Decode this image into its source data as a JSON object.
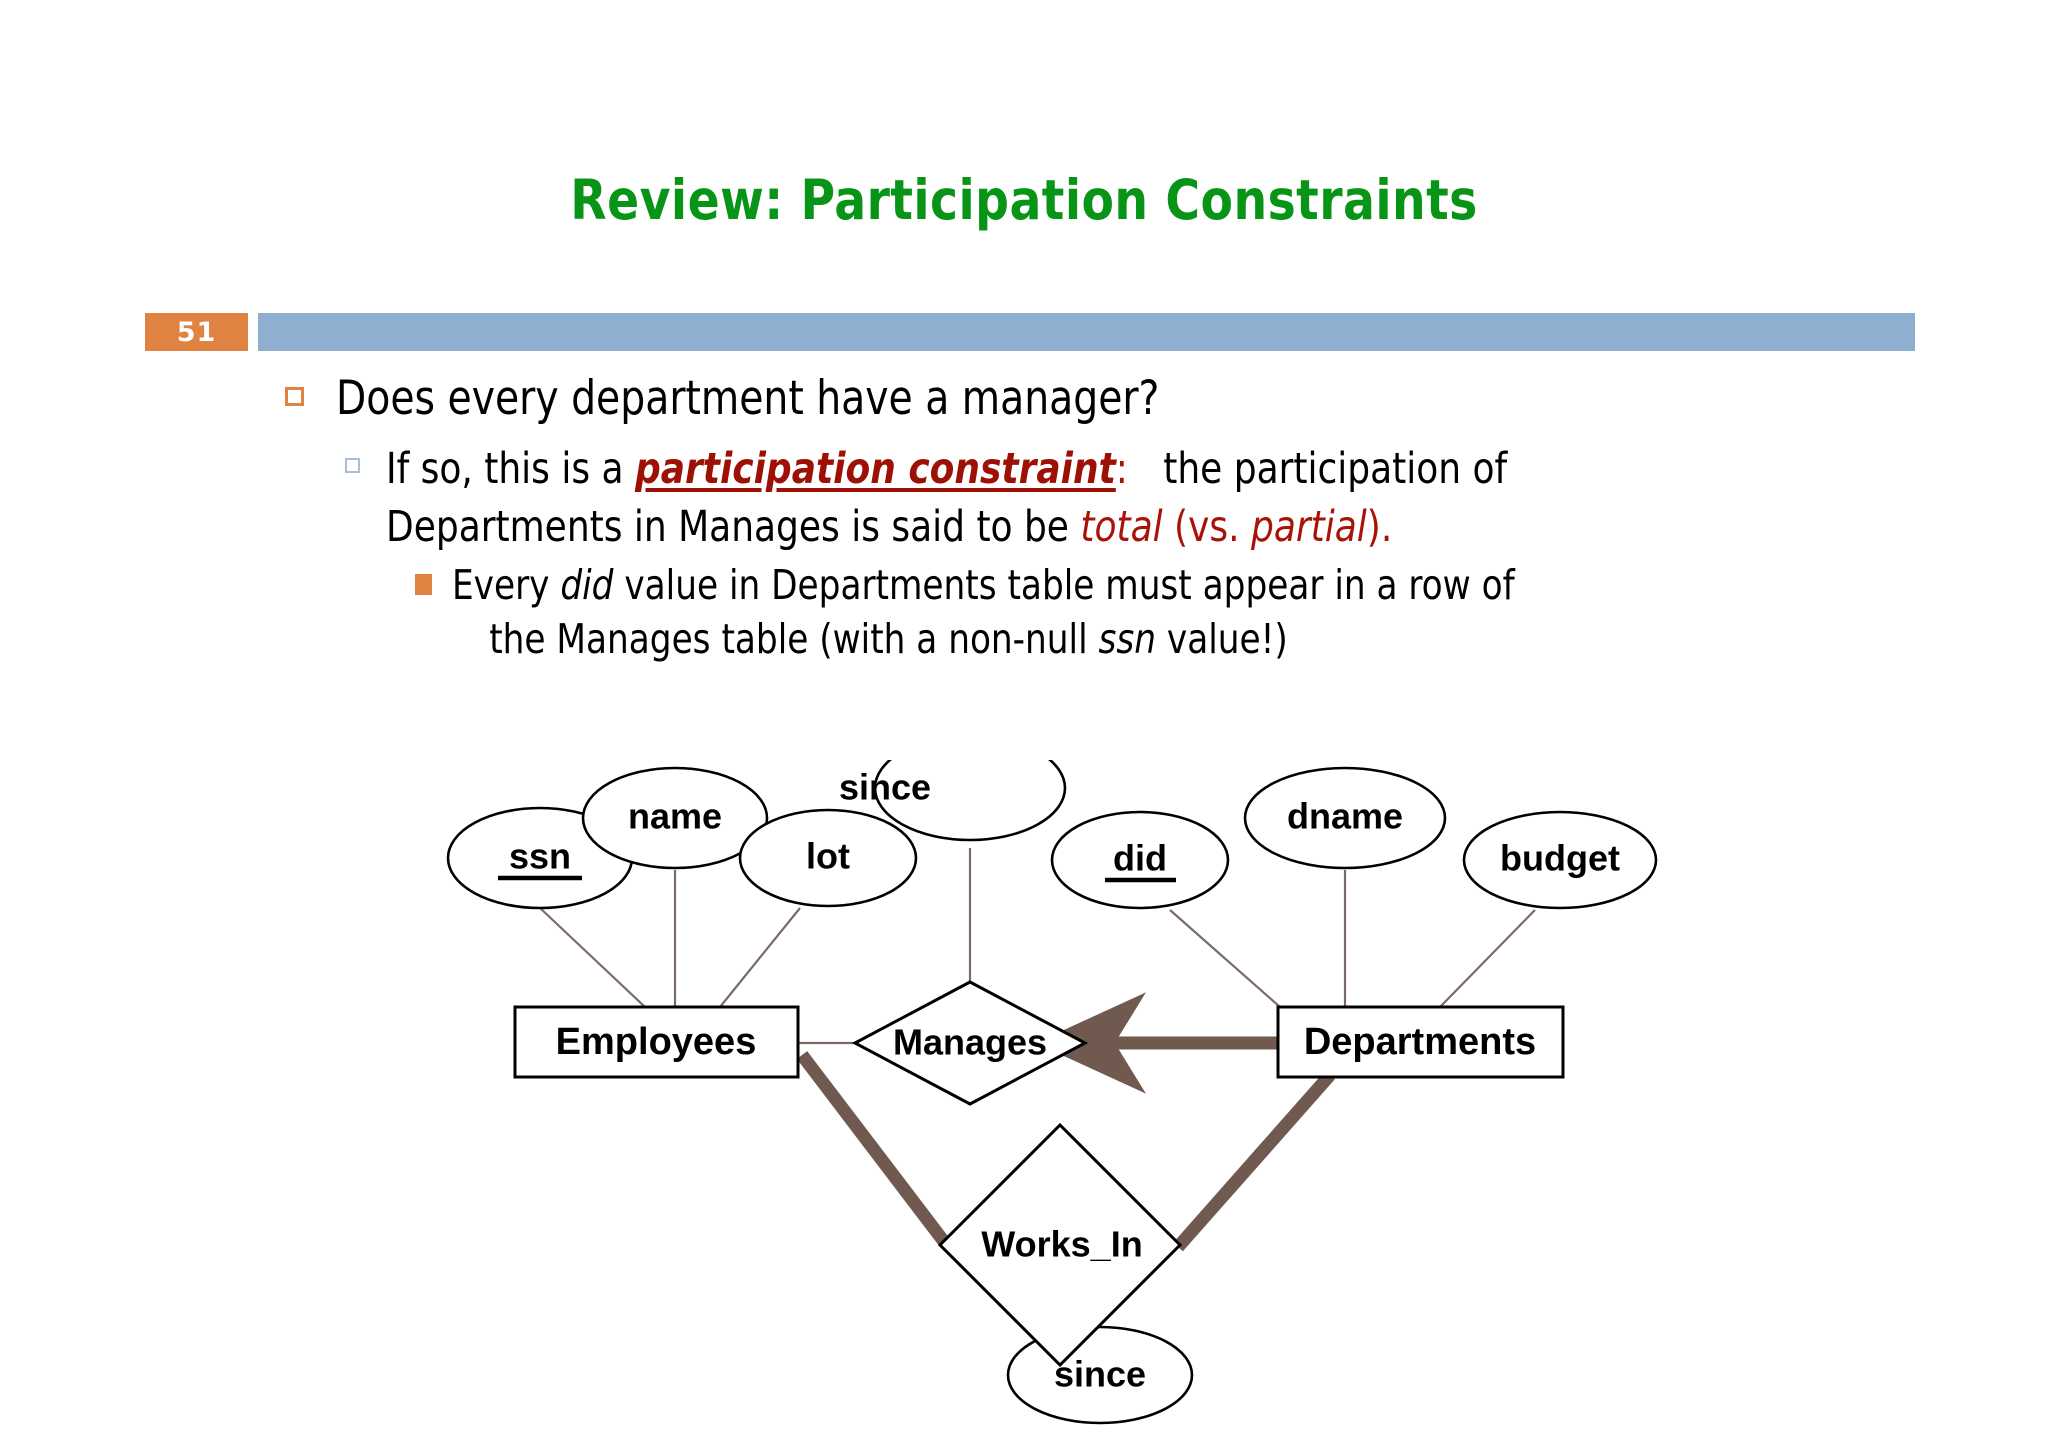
{
  "slide": {
    "title": "Review: Participation Constraints",
    "page_number": "51",
    "title_color": "#079417",
    "badge_color": "#E08342",
    "rule_color": "#8FAFD0",
    "accent_red": "#A81308"
  },
  "bullets": {
    "level1": "Does every department have a manager?",
    "level2": {
      "part_a": "If so, this is a ",
      "emphasis": "participation constraint",
      "colon": ":",
      "part_b": "the participation of",
      "line2_a": "Departments in Manages is said to be ",
      "total": "total",
      "vs": " (vs. ",
      "partial": "partial",
      "close": ")."
    },
    "level3": {
      "line1_a": "Every ",
      "did": "did",
      "line1_b": " value in Departments table must appear in a row of",
      "line2_a": "the Manages table (with a non-null ",
      "ssn": "ssn",
      "line2_b": " value!)"
    }
  },
  "diagram": {
    "type": "er-diagram",
    "entities": [
      {
        "id": "employees",
        "label": "Employees",
        "shape": "rectangle"
      },
      {
        "id": "departments",
        "label": "Departments",
        "shape": "rectangle"
      }
    ],
    "relationships": [
      {
        "id": "manages",
        "label": "Manages",
        "shape": "diamond"
      },
      {
        "id": "works_in",
        "label": "Works_In",
        "shape": "diamond"
      }
    ],
    "attributes": [
      {
        "id": "ssn",
        "label": "ssn",
        "key": true,
        "owner": "employees"
      },
      {
        "id": "name",
        "label": "name",
        "key": false,
        "owner": "employees"
      },
      {
        "id": "lot",
        "label": "lot",
        "key": false,
        "owner": "employees"
      },
      {
        "id": "since_manages",
        "label": "since",
        "key": false,
        "owner": "manages"
      },
      {
        "id": "did",
        "label": "did",
        "key": true,
        "owner": "departments"
      },
      {
        "id": "dname",
        "label": "dname",
        "key": false,
        "owner": "departments"
      },
      {
        "id": "budget",
        "label": "budget",
        "key": false,
        "owner": "departments"
      },
      {
        "id": "since_works_in",
        "label": "since",
        "key": false,
        "owner": "works_in"
      }
    ],
    "edges": [
      {
        "from": "employees",
        "to": "manages",
        "style": "thin"
      },
      {
        "from": "departments",
        "to": "manages",
        "style": "thick-arrow",
        "color": "#70594E"
      },
      {
        "from": "employees",
        "to": "works_in",
        "style": "thick",
        "color": "#70594E"
      },
      {
        "from": "departments",
        "to": "works_in",
        "style": "thick",
        "color": "#70594E"
      }
    ],
    "thick_color": "#70594E",
    "thin_color": "#7A6B66"
  }
}
